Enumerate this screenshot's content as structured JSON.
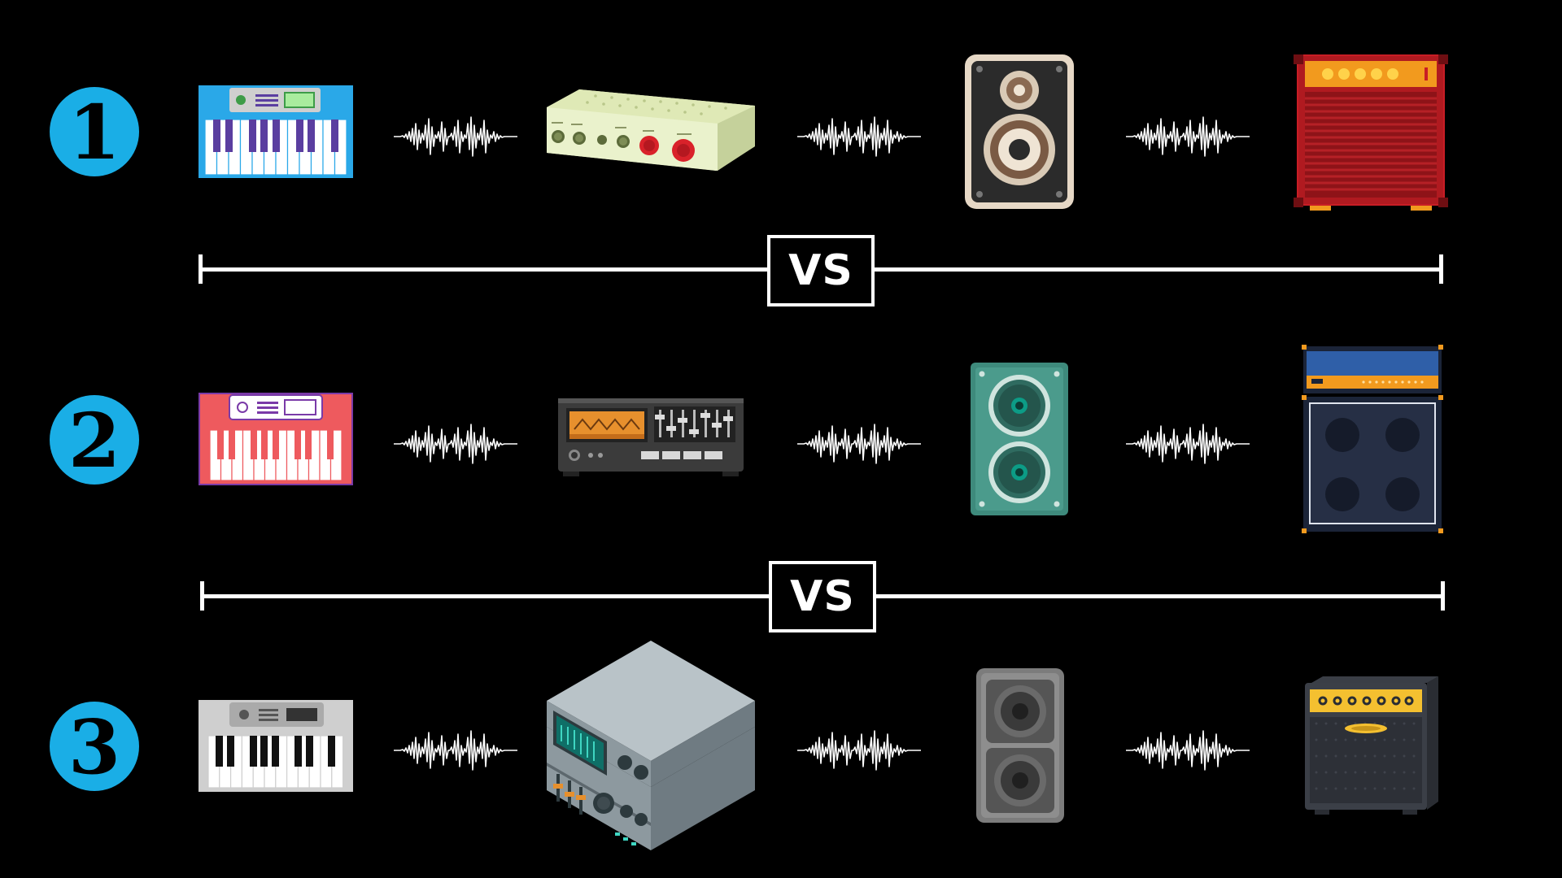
{
  "rows": [
    {
      "number": "1",
      "devices": [
        "keyboard-blue-icon",
        "preamp-rack-icon",
        "studio-monitor-icon",
        "combo-amp-red-icon"
      ]
    },
    {
      "number": "2",
      "devices": [
        "keyboard-red-icon",
        "tape-deck-mixer-icon",
        "speaker-cabinet-green-icon",
        "amp-head-stack-icon"
      ]
    },
    {
      "number": "3",
      "devices": [
        "keyboard-grey-icon",
        "rack-stack-icon",
        "speaker-cabinet-grey-icon",
        "combo-amp-black-icon"
      ]
    }
  ],
  "separator_label": "VS",
  "colors": {
    "badge": "#1aaee6",
    "background": "#000000",
    "foreground": "#ffffff"
  },
  "connector_icon": "sound-wave-icon"
}
